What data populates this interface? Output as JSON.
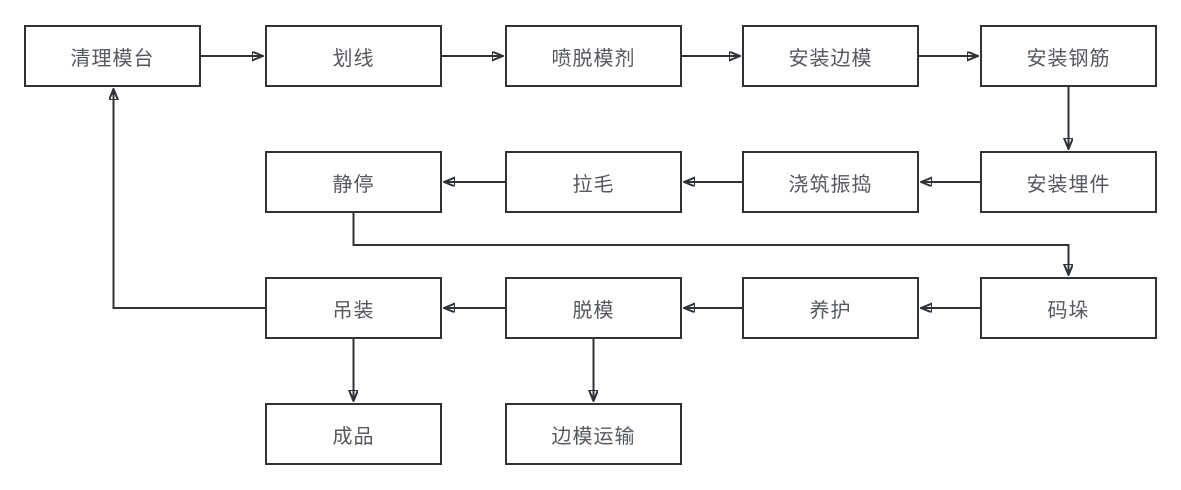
{
  "diagram": {
    "type": "flowchart",
    "background_color": "#ffffff",
    "node_border_color": "#2f3337",
    "node_fill_color": "#ffffff",
    "node_text_color": "#55595f",
    "connector_color": "#2f3337",
    "nodes": [
      {
        "id": "clean-mold-table",
        "label": "清理模台"
      },
      {
        "id": "marking",
        "label": "划线"
      },
      {
        "id": "spray-release-agent",
        "label": "喷脱模剂"
      },
      {
        "id": "install-side-forms",
        "label": "安装边模"
      },
      {
        "id": "install-rebar",
        "label": "安装钢筋"
      },
      {
        "id": "install-embeds",
        "label": "安装埋件"
      },
      {
        "id": "pour-and-vibrate",
        "label": "浇筑振捣"
      },
      {
        "id": "roughening",
        "label": "拉毛"
      },
      {
        "id": "resting",
        "label": "静停"
      },
      {
        "id": "stacking",
        "label": "码垛"
      },
      {
        "id": "curing",
        "label": "养护"
      },
      {
        "id": "demolding",
        "label": "脱模"
      },
      {
        "id": "hoisting",
        "label": "吊装"
      },
      {
        "id": "finished-product",
        "label": "成品"
      },
      {
        "id": "side-form-transport",
        "label": "边模运输"
      }
    ],
    "edges": [
      {
        "from": "清理模台",
        "to": "划线"
      },
      {
        "from": "划线",
        "to": "喷脱模剂"
      },
      {
        "from": "喷脱模剂",
        "to": "安装边模"
      },
      {
        "from": "安装边模",
        "to": "安装钢筋"
      },
      {
        "from": "安装钢筋",
        "to": "安装埋件"
      },
      {
        "from": "安装埋件",
        "to": "浇筑振捣"
      },
      {
        "from": "浇筑振捣",
        "to": "拉毛"
      },
      {
        "from": "拉毛",
        "to": "静停"
      },
      {
        "from": "静停",
        "to": "码垛"
      },
      {
        "from": "码垛",
        "to": "养护"
      },
      {
        "from": "养护",
        "to": "脱模"
      },
      {
        "from": "脱模",
        "to": "吊装"
      },
      {
        "from": "吊装",
        "to": "清理模台"
      },
      {
        "from": "吊装",
        "to": "成品"
      },
      {
        "from": "脱模",
        "to": "边模运输"
      }
    ]
  }
}
